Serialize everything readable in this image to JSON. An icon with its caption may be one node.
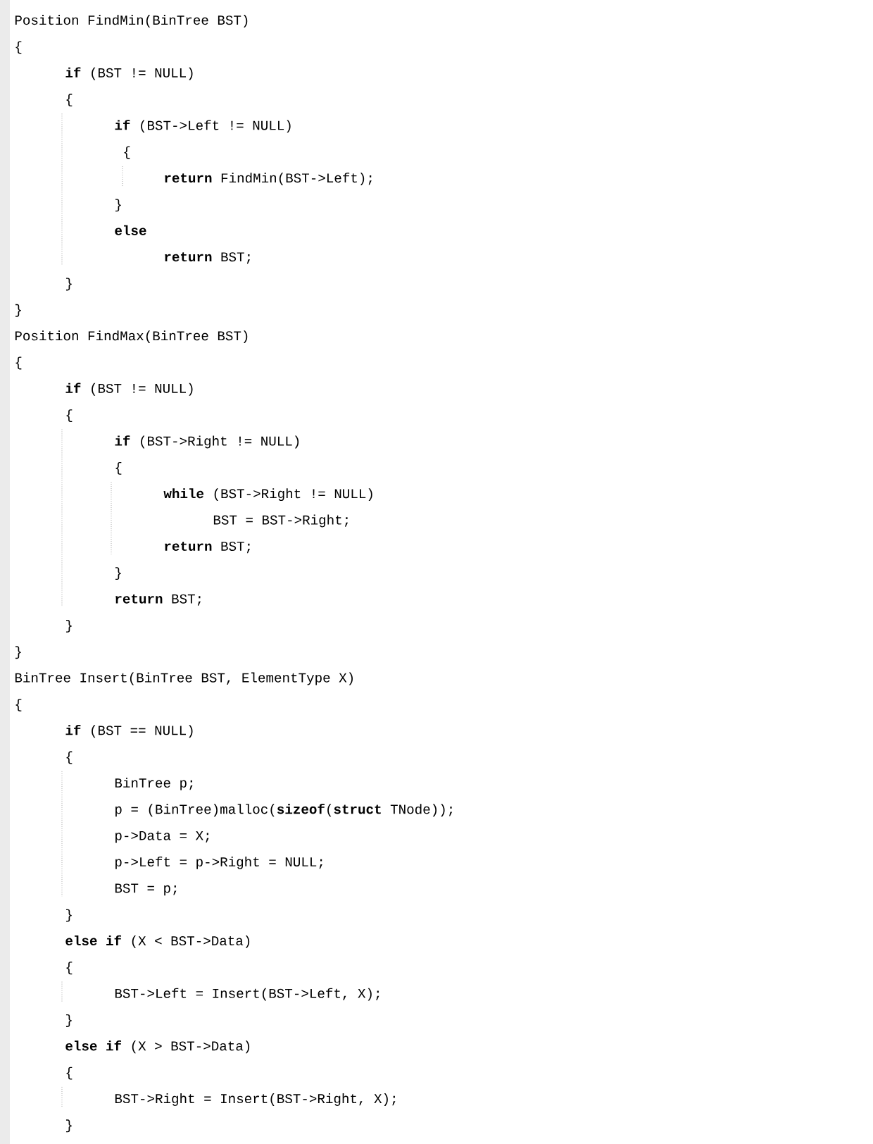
{
  "diagram": {
    "labels": [
      "Position FindMin(BinTree BST)",
      "{",
      "**if** (BST != NULL)",
      "{",
      "**if** (BST->Left != NULL)",
      "{",
      "**return** FindMin(BST->Left);",
      "}",
      "**else**",
      "**return** BST;",
      "}",
      "}",
      "Position FindMax(BinTree BST)",
      "{",
      "**if** (BST != NULL)",
      "{",
      "**if** (BST->Right != NULL)",
      "{",
      "**while** (BST->Right != NULL)",
      "BST = BST->Right;",
      "**return** BST;",
      "}",
      "**return** BST;",
      "}",
      "}",
      "BinTree Insert(BinTree BST, ElementType X)",
      "{",
      "**if** (BST == NULL)",
      "{",
      "BinTree p;",
      "p = (BinTree)malloc(**sizeof**(**struct** TNode));",
      "p->Data = X;",
      "p->Left = p->Right = NULL;",
      "BST = p;",
      "}",
      "**else if** (X < BST->Data)",
      "{",
      "BST->Left = Insert(BST->Left, X);",
      "}",
      "**else if** (X > BST->Data)",
      "{",
      "BST->Right = Insert(BST->Right, X);",
      "}"
    ]
  }
}
